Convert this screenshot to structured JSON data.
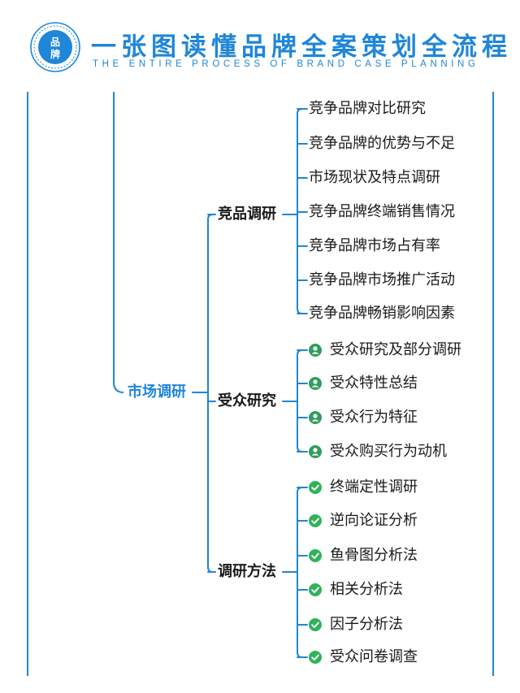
{
  "header": {
    "logo_text": "品牌",
    "title": "一张图读懂品牌全案策划全流程",
    "subtitle": "THE ENTIRE PROCESS OF BRAND CASE PLANNING"
  },
  "colors": {
    "accent": "#1f86d8",
    "user_icon": "#2e9e5b",
    "check_icon": "#2fb35a",
    "text": "#1a1a1a"
  },
  "tree": {
    "root": "市场调研",
    "branches": [
      {
        "label": "竞品调研",
        "icon": "none",
        "items": [
          "竞争品牌对比研究",
          "竞争品牌的优势与不足",
          "市场现状及特点调研",
          "竞争品牌终端销售情况",
          "竞争品牌市场占有率",
          "竞争品牌市场推广活动",
          "竞争品牌畅销影响因素"
        ]
      },
      {
        "label": "受众研究",
        "icon": "user-icon",
        "items": [
          "受众研究及部分调研",
          "受众特性总结",
          "受众行为特征",
          "受众购买行为动机"
        ]
      },
      {
        "label": "调研方法",
        "icon": "check-icon",
        "items": [
          "终端定性调研",
          "逆向论证分析",
          "鱼骨图分析法",
          "相关分析法",
          "因子分析法",
          "受众问卷调查"
        ]
      }
    ]
  }
}
